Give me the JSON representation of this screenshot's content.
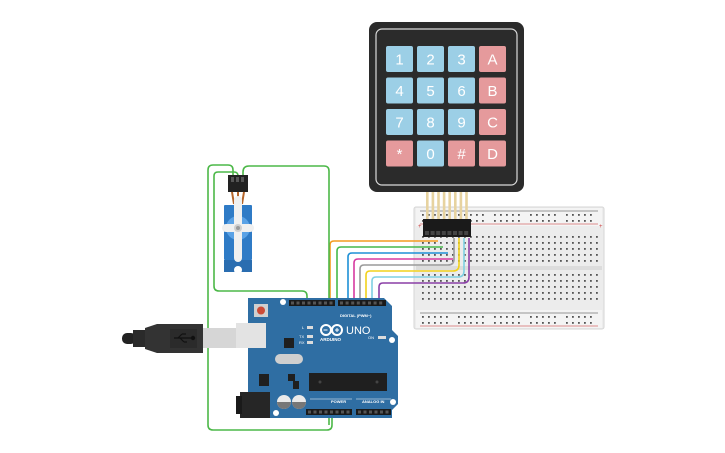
{
  "scene": {
    "title": "Arduino keypad servo circuit",
    "background": "#ffffff"
  },
  "keypad": {
    "label": "4x4 membrane keypad",
    "body_color": "#2b2b2b",
    "digit_key_color": "#9ccfe6",
    "letter_key_color": "#e59a9c",
    "rows": [
      [
        {
          "label": "1",
          "kind": "digit"
        },
        {
          "label": "2",
          "kind": "digit"
        },
        {
          "label": "3",
          "kind": "digit"
        },
        {
          "label": "A",
          "kind": "letter"
        }
      ],
      [
        {
          "label": "4",
          "kind": "digit"
        },
        {
          "label": "5",
          "kind": "digit"
        },
        {
          "label": "6",
          "kind": "digit"
        },
        {
          "label": "B",
          "kind": "letter"
        }
      ],
      [
        {
          "label": "7",
          "kind": "digit"
        },
        {
          "label": "8",
          "kind": "digit"
        },
        {
          "label": "9",
          "kind": "digit"
        },
        {
          "label": "C",
          "kind": "letter"
        }
      ],
      [
        {
          "label": "*",
          "kind": "letter"
        },
        {
          "label": "0",
          "kind": "digit"
        },
        {
          "label": "#",
          "kind": "letter"
        },
        {
          "label": "D",
          "kind": "letter"
        }
      ]
    ]
  },
  "arduino": {
    "board_name": "UNO",
    "brand": "ARDUINO",
    "board_color": "#2f6ea3",
    "header_digital_label": "DIGITAL (PWM~)",
    "header_power_label": "POWER",
    "header_analog_label": "ANALOG IN",
    "led_labels": [
      "L",
      "TX",
      "RX"
    ],
    "on_label": "ON"
  },
  "servo": {
    "label": "Micro servo",
    "color": "#2f7bc6"
  },
  "breadboard": {
    "label": "Breadboard small",
    "power_rail_minus": "-",
    "power_rail_plus": "+"
  },
  "usb": {
    "label": "USB cable",
    "icon": "usb-icon"
  },
  "wires": [
    {
      "name": "wire-orange",
      "color": "#f39c1f"
    },
    {
      "name": "wire-green",
      "color": "#46b94a"
    },
    {
      "name": "wire-blue",
      "color": "#1e90d6"
    },
    {
      "name": "wire-magenta",
      "color": "#d63aa0"
    },
    {
      "name": "wire-gray",
      "color": "#9a9a9a"
    },
    {
      "name": "wire-yellow",
      "color": "#f2d21c"
    },
    {
      "name": "wire-cyan",
      "color": "#7fd0e2"
    },
    {
      "name": "wire-purple",
      "color": "#8a3fa6"
    }
  ],
  "servo_wire_color": "#4cb848"
}
